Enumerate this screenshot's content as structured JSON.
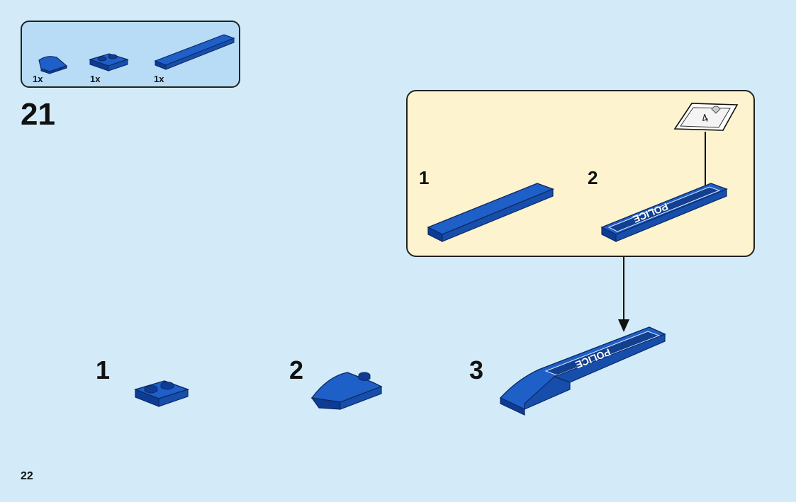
{
  "parts_list": {
    "items": [
      {
        "quantity": "1x",
        "part_icon": "curved-slope-icon"
      },
      {
        "quantity": "1x",
        "part_icon": "plate-1x2-icon"
      },
      {
        "quantity": "1x",
        "part_icon": "plate-long-icon"
      }
    ]
  },
  "step": {
    "number": "21"
  },
  "sub_assembly": {
    "steps": [
      {
        "label": "1"
      },
      {
        "label": "2"
      }
    ],
    "sticker": {
      "number": "4",
      "text": "POLICE"
    }
  },
  "main_steps": [
    {
      "label": "1"
    },
    {
      "label": "2"
    },
    {
      "label": "3"
    }
  ],
  "page": {
    "number": "22"
  },
  "colors": {
    "background": "#d3ebf9",
    "parts_box": "#b8dcf6",
    "sub_box": "#fdf3ce",
    "brick_blue": "#1f5fc8",
    "brick_dark": "#0e3c94"
  }
}
